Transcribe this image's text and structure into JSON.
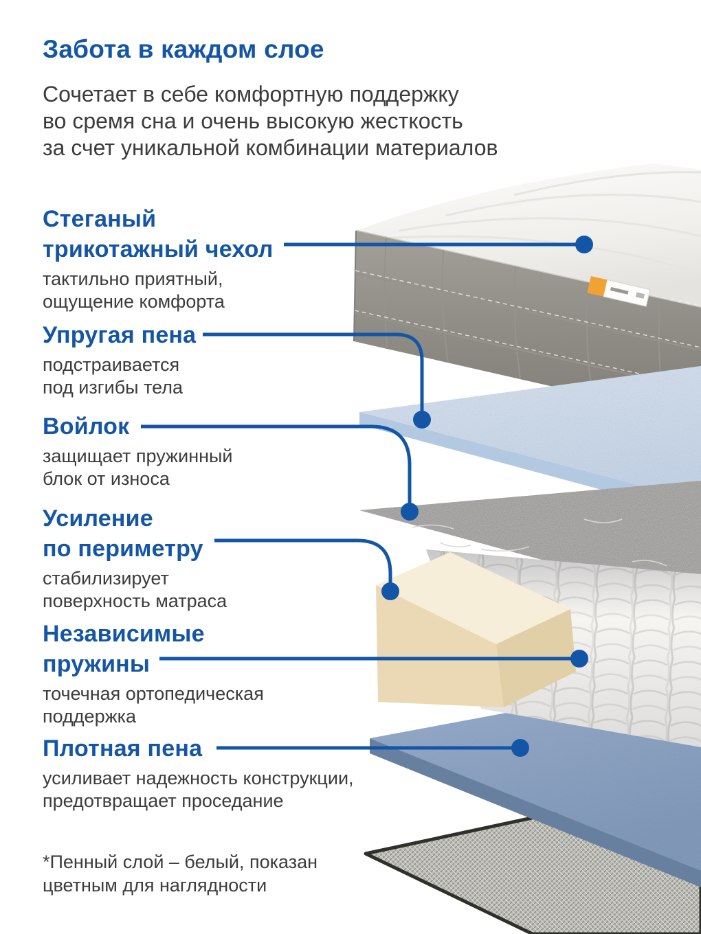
{
  "header": {
    "title": "Забота в каждом слое",
    "subtitle": "Сочетает в себе комфортную поддержку\nво сремя сна и очень высокую жесткость\nза счет уникальной комбинации материалов"
  },
  "labels": [
    {
      "id": "cover",
      "title": "Стеганый\nтрикотажный чехол",
      "description": "тактильно приятный,\nощущение комфорта"
    },
    {
      "id": "elastic-foam",
      "title": "Упругая пена",
      "description": "подстраивается\nпод изгибы тела"
    },
    {
      "id": "felt",
      "title": "Войлок",
      "description": "защищает пружинный\nблок от износа"
    },
    {
      "id": "perimeter",
      "title": "Усиление\nпо периметру",
      "description": "стабилизирует\nповерхность матраса"
    },
    {
      "id": "springs",
      "title": "Независимые\nпружины",
      "description": "точечная ортопедическая\nподдержка"
    },
    {
      "id": "dense-foam",
      "title": "Плотная пена",
      "description": "усиливает надежность конструкции,\nпредотвращает проседание"
    }
  ],
  "footnote": "*Пенный слой – белый, показан\nцветным для наглядности",
  "colors": {
    "accent_blue": "#1456a5",
    "connector_blue": "#1356a7",
    "body_text": "#3c3c3c",
    "tag_orange": "#f2a233",
    "mattress_side_grey": "#8e8c86",
    "elastic_foam_blue": "#cddcee",
    "felt_grey": "#9b9a97",
    "perimeter_foam_beige": "#f6eed8",
    "dense_foam_blue": "#8aa2c2",
    "mesh_grey": "#bdbdb8"
  }
}
